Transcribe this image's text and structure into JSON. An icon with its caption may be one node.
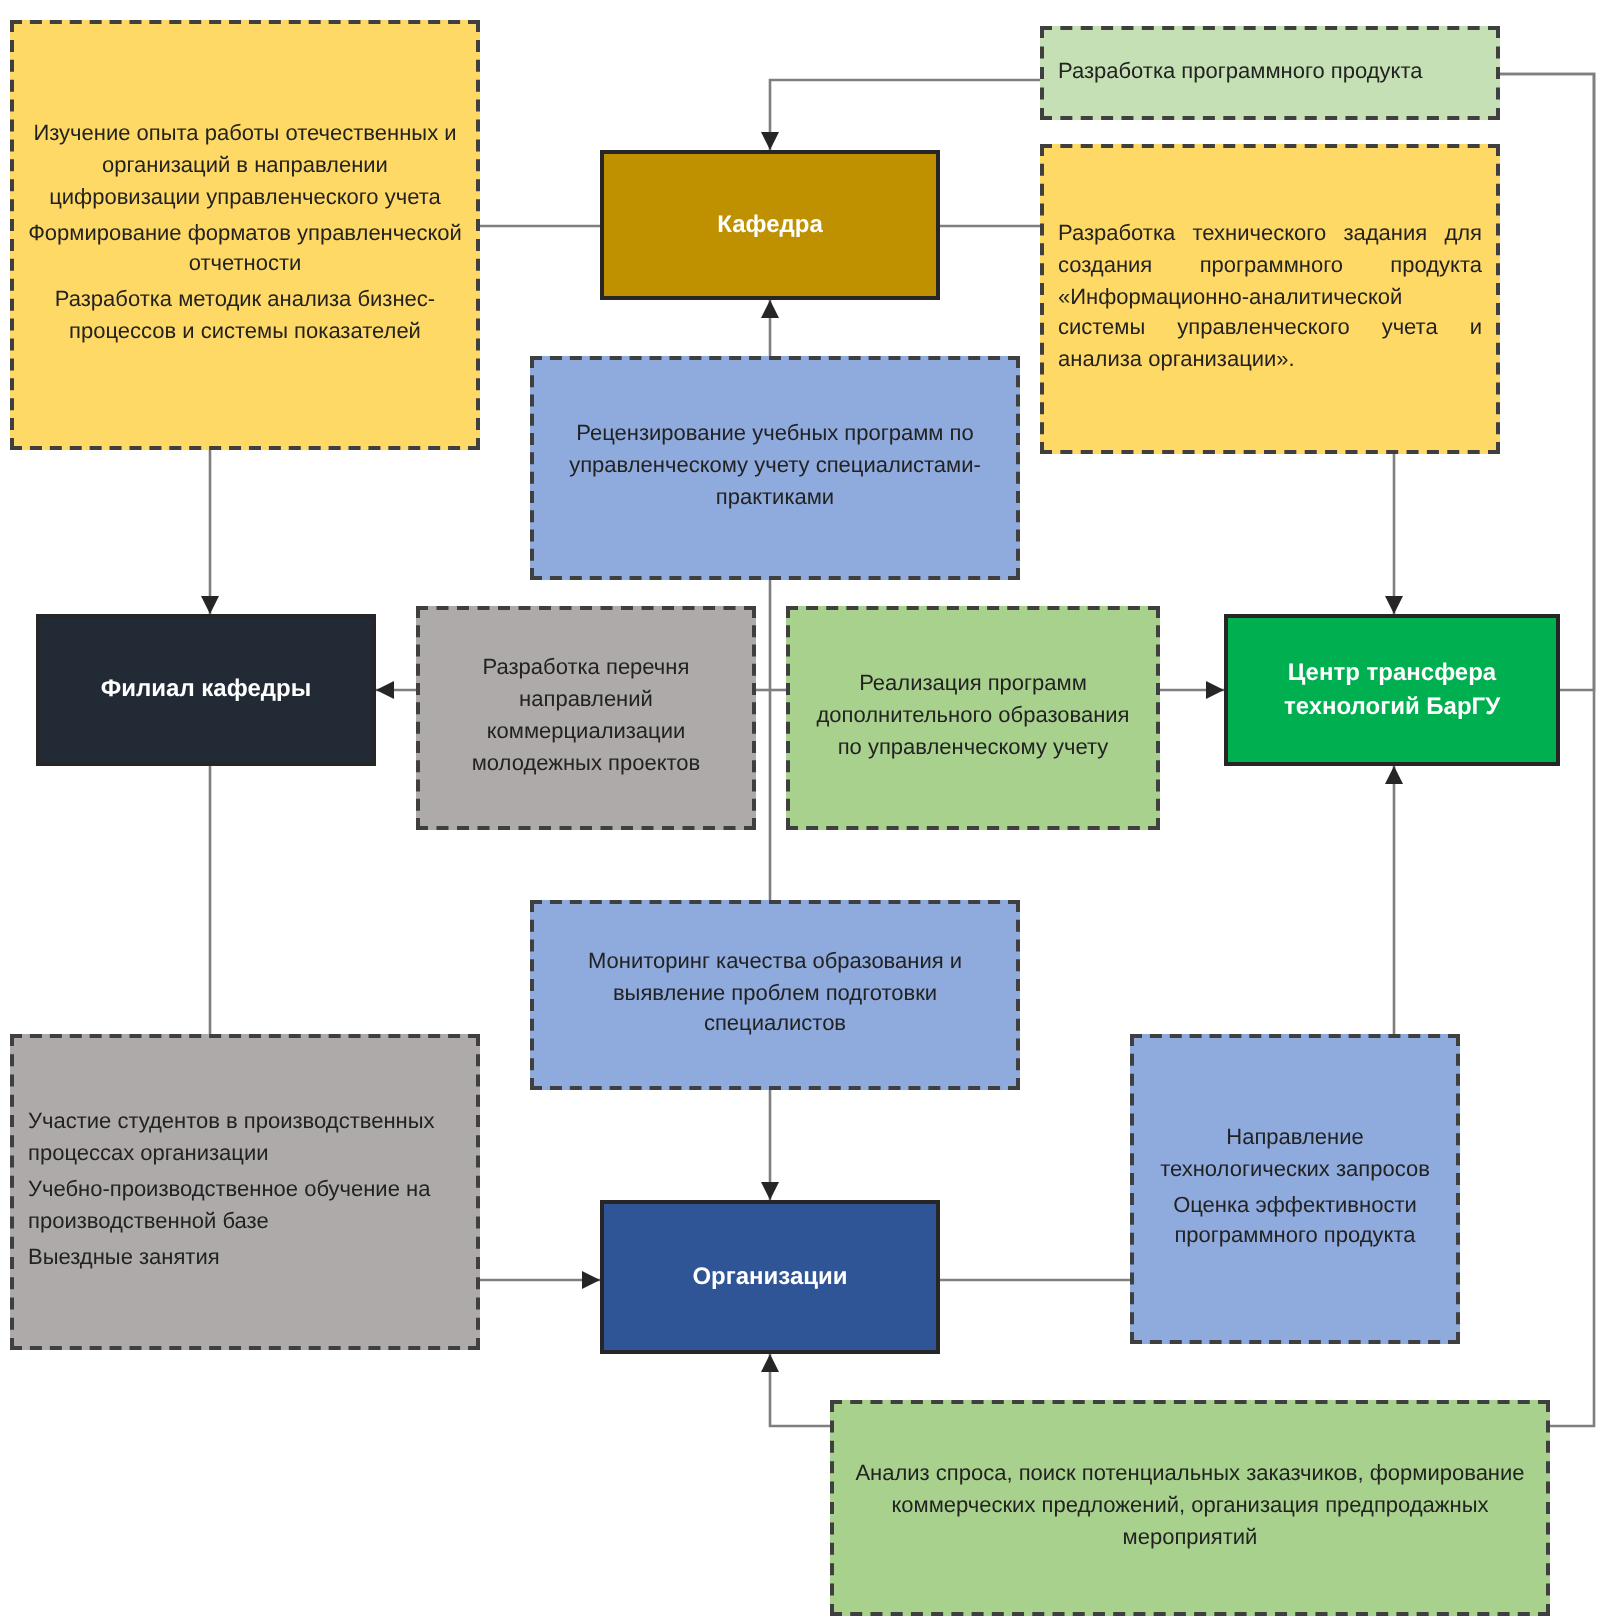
{
  "diagram": {
    "nodes": [
      {
        "text": [
          "Изучение опыта работы отечественных и организаций в направлении цифровизации управленческого учета",
          "Формирование форматов управленческой отчетности",
          "Разработка методик анализа бизнес-процессов и системы показателей"
        ]
      },
      {
        "text": [
          "Кафедра"
        ]
      },
      {
        "text": [
          "Разработка программного продукта"
        ]
      },
      {
        "text": [
          "Разработка технического задания для создания программного продукта «Информационно-аналитической системы управленческого учета и анализа организации»."
        ]
      },
      {
        "text": [
          "Рецензирование учебных программ по управленческому учету специалистами-практиками"
        ]
      },
      {
        "text": [
          "Филиал кафедры"
        ]
      },
      {
        "text": [
          "Разработка перечня направлений коммерциализации молодежных проектов"
        ]
      },
      {
        "text": [
          "Реализация программ дополнительного образования по управленческому учету"
        ]
      },
      {
        "text": [
          "Центр трансфера технологий БарГУ"
        ]
      },
      {
        "text": [
          "Мониторинг качества образования и выявление проблем подготовки специалистов"
        ]
      },
      {
        "text": [
          "Участие студентов в производственных процессах организации",
          "Учебно-производственное обучение на производственной базе",
          "Выездные занятия"
        ]
      },
      {
        "text": [
          "Направление технологических запросов",
          "Оценка эффективности программного продукта"
        ]
      },
      {
        "text": [
          "Организации"
        ]
      },
      {
        "text": [
          "Анализ спроса, поиск потенциальных заказчиков, формирование коммерческих предложений, организация предпродажных мероприятий"
        ]
      }
    ],
    "edges": [
      {
        "from": 1,
        "to": 0,
        "arrow": "none"
      },
      {
        "from": 0,
        "to": 5,
        "arrow": "to"
      },
      {
        "from": 2,
        "to": 1,
        "arrow": "to"
      },
      {
        "from": 8,
        "to": 2,
        "arrow": "none"
      },
      {
        "from": 13,
        "to": 2,
        "arrow": "none"
      },
      {
        "from": 1,
        "to": 3,
        "arrow": "none"
      },
      {
        "from": 3,
        "to": 8,
        "arrow": "to"
      },
      {
        "from": 4,
        "to": 1,
        "arrow": "to"
      },
      {
        "from": 4,
        "to": 9,
        "arrow": "none"
      },
      {
        "from": 6,
        "to": 7,
        "arrow": "none"
      },
      {
        "from": 6,
        "to": 5,
        "arrow": "to"
      },
      {
        "from": 7,
        "to": 8,
        "arrow": "to"
      },
      {
        "from": 9,
        "to": 12,
        "arrow": "to"
      },
      {
        "from": 5,
        "to": 10,
        "arrow": "none"
      },
      {
        "from": 10,
        "to": 12,
        "arrow": "to"
      },
      {
        "from": 11,
        "to": 8,
        "arrow": "to"
      },
      {
        "from": 12,
        "to": 11,
        "arrow": "none"
      },
      {
        "from": 13,
        "to": 12,
        "arrow": "to"
      }
    ]
  }
}
